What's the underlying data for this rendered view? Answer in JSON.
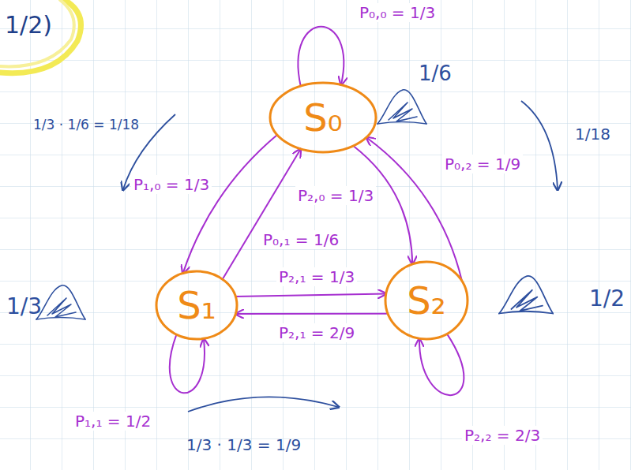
{
  "diagram": {
    "nodes": [
      {
        "text": [
          "S₀"
        ]
      },
      {
        "text": [
          "S₁"
        ]
      },
      {
        "text": [
          "S₂"
        ]
      }
    ],
    "edges": [
      {
        "from": 0,
        "to": 0,
        "label": "P₀,₀ = 1/3",
        "arrow": "to"
      },
      {
        "from": 0,
        "to": 1,
        "label": "P₁,₀ = 1/3",
        "arrow": "to"
      },
      {
        "from": 1,
        "to": 0,
        "label": "P₀,₁ = 1/6",
        "arrow": "to"
      },
      {
        "from": 0,
        "to": 2,
        "label": "P₂,₀ = 1/3",
        "arrow": "to"
      },
      {
        "from": 2,
        "to": 0,
        "label": "P₀,₂ = 1/9",
        "arrow": "to"
      },
      {
        "from": 1,
        "to": 2,
        "label": "P₂,₁ = 1/3",
        "arrow": "to"
      },
      {
        "from": 2,
        "to": 1,
        "label": "P₂,₁ = 2/9",
        "arrow": "to"
      },
      {
        "from": 1,
        "to": 1,
        "label": "P₁,₁ = 1/2",
        "arrow": "to"
      },
      {
        "from": 2,
        "to": 2,
        "label": "P₂,₂ = 2/3",
        "arrow": "to"
      }
    ],
    "labels": [
      "1/2)",
      "1/6",
      "1/3",
      "1/2",
      "1/3 · 1/6 = 1/18",
      "1/18",
      "1/3 · 1/3 = 1/9"
    ]
  }
}
